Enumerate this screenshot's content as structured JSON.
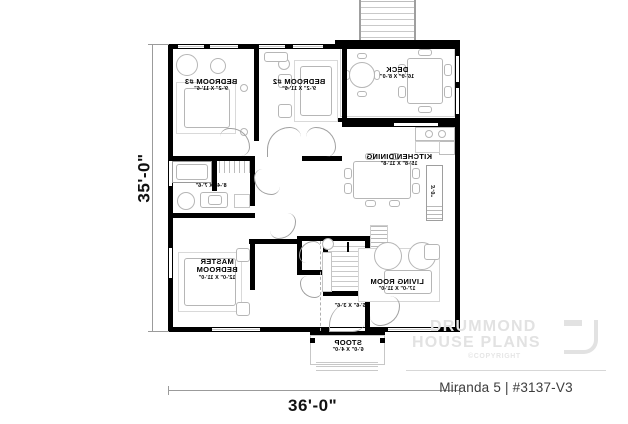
{
  "plan": {
    "title": "Miranda 5 | #3137-V3",
    "watermark": {
      "line1": "DRUMMOND",
      "line2": "HOUSE PLANS",
      "line3": "©COPYRIGHT"
    },
    "overall_dimensions": {
      "width_label": "36'-0\"",
      "height_label": "35'-0\""
    },
    "rooms": [
      {
        "id": "bedroom3",
        "name": "BEDROOM #3",
        "dim": "9'-2\" X 11'-6\""
      },
      {
        "id": "bedroom2",
        "name": "BEDROOM #2",
        "dim": "9'-2\" X 11'-6\""
      },
      {
        "id": "deck",
        "name": "DECK",
        "dim": "16'-0\" X 8'-0\""
      },
      {
        "id": "kitchen",
        "name": "KITCHEN/DINING",
        "dim": "15'-8\" X 11'-8\""
      },
      {
        "id": "bathroom",
        "name": "",
        "dim": "8'-4\" X 7'-6\""
      },
      {
        "id": "master",
        "name": "MASTER BEDROOM",
        "name_line1": "MASTER",
        "name_line2": "BEDROOM",
        "dim": "12'-0\" X 11'-0\""
      },
      {
        "id": "living",
        "name": "LIVING ROOM",
        "dim": "17'-0\" X 11'-0\""
      },
      {
        "id": "stoop",
        "name": "STOOP",
        "dim": "6'-0\" X 4'-0\""
      },
      {
        "id": "closet",
        "name": "",
        "dim": "5'-6\" X 3'-6\""
      },
      {
        "id": "pantry",
        "name": "",
        "dim": "3'-0\""
      }
    ]
  }
}
